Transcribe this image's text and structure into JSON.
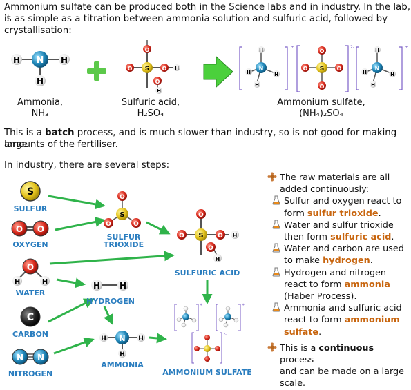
{
  "intro": {
    "line1": "Ammonium sulfate can be produced both in the Science labs and in industry. In the lab, it",
    "line2": "is as simple as a titration between ammonia solution and sulfuric acid, followed by",
    "line3": "crystallisation:"
  },
  "lab": {
    "ammonia_name": "Ammonia,",
    "ammonia_formula": "NH₃",
    "acid_name": "Sulfuric acid,",
    "acid_formula": "H₂SO₄",
    "product_name": "Ammonium sulfate,",
    "product_formula": "(NH₄)₂SO₄"
  },
  "batch": {
    "pre": "This is a ",
    "bold": "batch",
    "post1": " process, and is much slower than industry, so is not good for making large",
    "line2": "amounts of the fertiliser."
  },
  "industry_intro": "In industry, there are several steps:",
  "atoms": {
    "N": "N",
    "H": "H",
    "O": "O",
    "S": "S",
    "C": "C"
  },
  "charges": {
    "plus": "+",
    "two_minus": "2-"
  },
  "diagram_labels": {
    "sulfur": "SULFUR",
    "oxygen": "OXYGEN",
    "sulfur_trioxide_1": "SULFUR",
    "sulfur_trioxide_2": "TRIOXIDE",
    "sulfuric_acid": "SULFURIC ACID",
    "water": "WATER",
    "hydrogen": "HYDROGEN",
    "carbon": "CARBON",
    "ammonia": "AMMONIA",
    "nitrogen": "NITROGEN",
    "ammonium_sulfate": "AMMONIUM SULFATE"
  },
  "steps": {
    "main1_l1": "The raw materials are all",
    "main1_l2": "added continuously:",
    "s1_l1": "Sulfur and oxygen react to",
    "s1_l2_pre": "form ",
    "s1_hl": "sulfur trioxide",
    "s1_post": ".",
    "s2_l1": "Water and sulfur trioxide",
    "s2_l2_pre": "then form ",
    "s2_hl": "sulfuric acid",
    "s2_post": ".",
    "s3_l1": "Water and carbon are used",
    "s3_l2_pre": "to make ",
    "s3_hl": "hydrogen",
    "s3_post": ".",
    "s4_l1": "Hydrogen and nitrogen",
    "s4_l2_pre": "react to form ",
    "s4_hl": "ammonia",
    "s4_l3": "(Haber Process).",
    "s5_l1": "Ammonia and sulfuric acid",
    "s5_l2_pre": "react to form ",
    "s5_hl": "ammonium",
    "s5_hl2": "sulfate",
    "s5_post": ".",
    "main2_pre": "This is a ",
    "main2_bold": "continuous",
    "main2_post": " process",
    "main2_l2": "and can be made on a large",
    "main2_l3": "scale."
  },
  "icons": {
    "bullet": "chemistry-bullet-icon",
    "sub_bullet": "flask-icon"
  },
  "colors": {
    "label_blue": "#2a7dbf",
    "highlight": "#c8650e",
    "arrow_green": "#2fb34a",
    "ion_bracket": "#7b5fc7"
  }
}
